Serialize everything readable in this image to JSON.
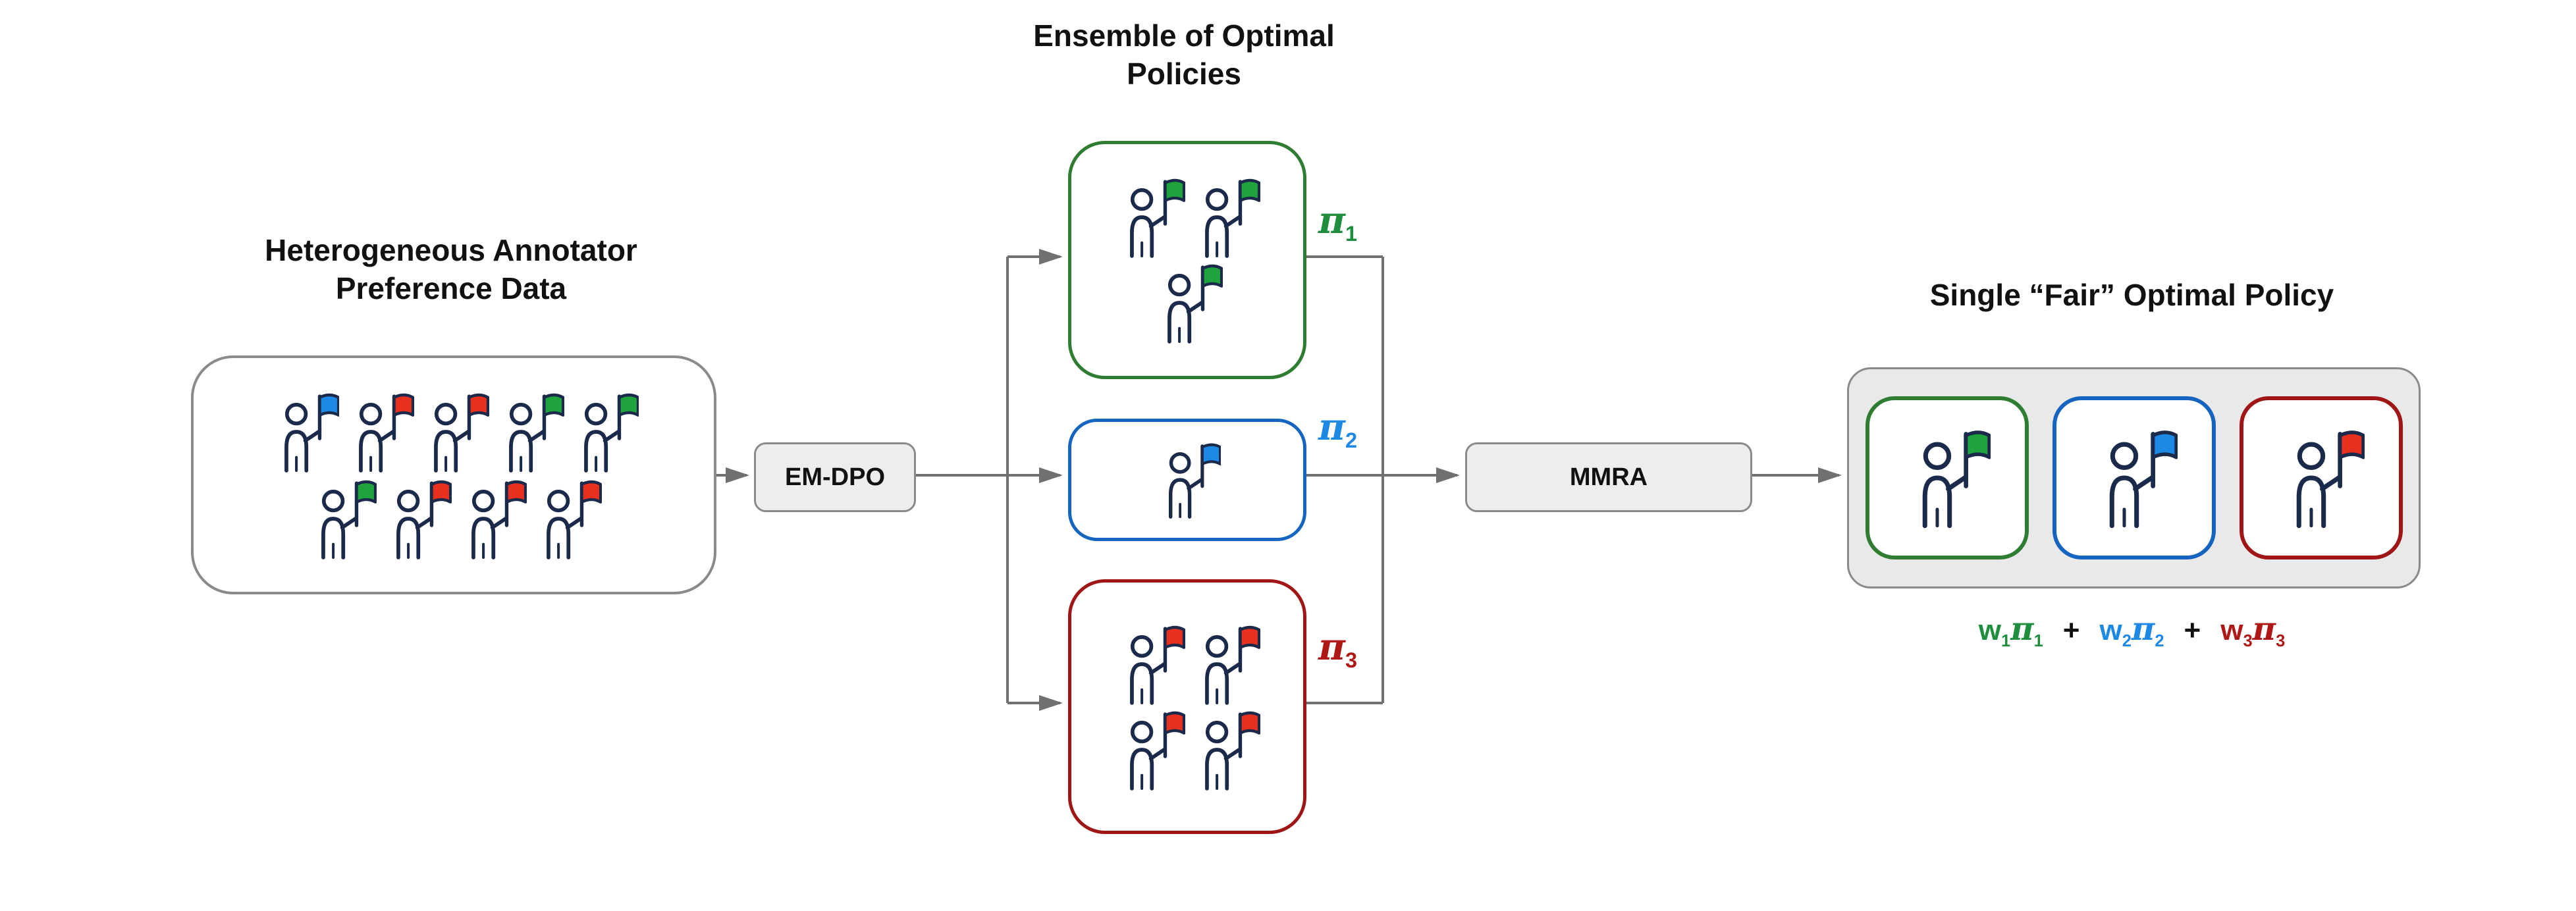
{
  "diagram": {
    "left": {
      "title_line1": "Heterogeneous Annotator",
      "title_line2": "Preference Data",
      "rows": [
        [
          "blue",
          "red",
          "red",
          "green",
          "green"
        ],
        [
          "green",
          "red",
          "red",
          "red"
        ]
      ]
    },
    "em_dpo_label": "EM-DPO",
    "ensemble": {
      "title_line1": "Ensemble of Optimal",
      "title_line2": "Policies",
      "policies": [
        {
          "symbol": "π",
          "sub": "1",
          "color": "green",
          "rows": [
            [
              "green",
              "green"
            ],
            [
              "green"
            ]
          ]
        },
        {
          "symbol": "π",
          "sub": "2",
          "color": "blue",
          "rows": [
            [
              "blue"
            ]
          ]
        },
        {
          "symbol": "π",
          "sub": "3",
          "color": "red",
          "rows": [
            [
              "red",
              "red"
            ],
            [
              "red",
              "red"
            ]
          ]
        }
      ]
    },
    "mmra_label": "MMRA",
    "right": {
      "title": "Single “Fair” Optimal Policy",
      "cells": [
        {
          "color": "green"
        },
        {
          "color": "blue"
        },
        {
          "color": "red"
        }
      ],
      "formula": [
        {
          "coef": "w",
          "coef_sub": "1",
          "pi": "π",
          "pi_sub": "1",
          "color": "green"
        },
        "+",
        {
          "coef": "w",
          "coef_sub": "2",
          "pi": "π",
          "pi_sub": "2",
          "color": "blue"
        },
        "+",
        {
          "coef": "w",
          "coef_sub": "3",
          "pi": "π",
          "pi_sub": "3",
          "color": "red"
        }
      ]
    },
    "palette": {
      "green": {
        "flag": "#1fa33c",
        "border": "#2e7d32",
        "text": "#1e8e3e"
      },
      "blue": {
        "flag": "#1e88e5",
        "border": "#1565c0",
        "text": "#1e88e5"
      },
      "red": {
        "flag": "#e8301f",
        "border": "#a01616",
        "text": "#b01818"
      },
      "person": "#1b2a4a",
      "arrow": "#707070",
      "process_fill": "#ededed",
      "process_border": "#8a8a8a",
      "container_border": "#8a8a8a",
      "fair_fill": "#e9e9e9"
    }
  }
}
